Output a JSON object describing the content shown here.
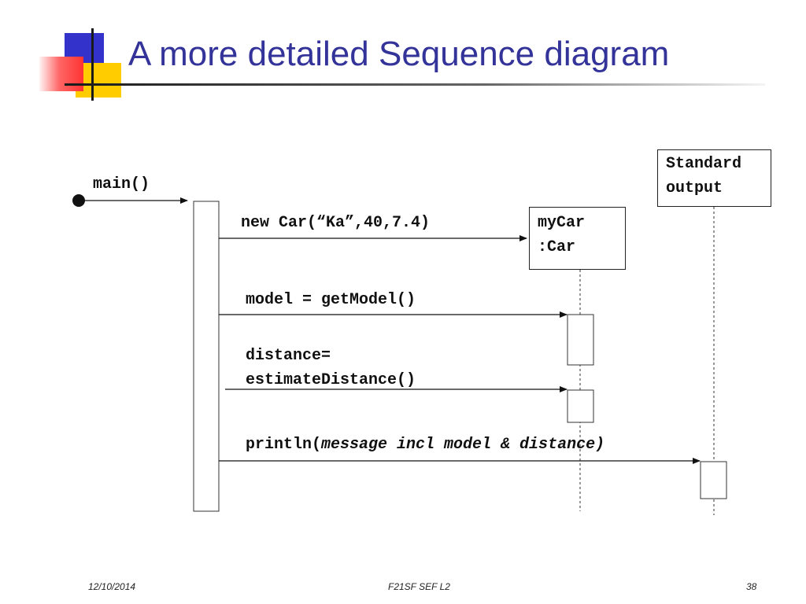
{
  "slide": {
    "title": "A more detailed Sequence diagram"
  },
  "diagram": {
    "caller_label": "main()",
    "objects": {
      "mycar_line1": "myCar",
      "mycar_line2": ":Car",
      "stdout_line1": "Standard",
      "stdout_line2": "output"
    },
    "messages": {
      "constructor": "new Car(“Ka”,40,7.4)",
      "get_model": "model = getModel()",
      "estimate_line1": "distance=",
      "estimate_line2": "estimateDistance()",
      "println_prefix": "println(",
      "println_italic": "message incl model & distance)"
    }
  },
  "footer": {
    "date": "12/10/2014",
    "course": "F21SF SEF L2",
    "page": "38"
  },
  "colors": {
    "title": "#333399",
    "logo_blue": "#3333cc",
    "logo_yellow": "#ffcc00",
    "logo_red": "#ff3333"
  }
}
